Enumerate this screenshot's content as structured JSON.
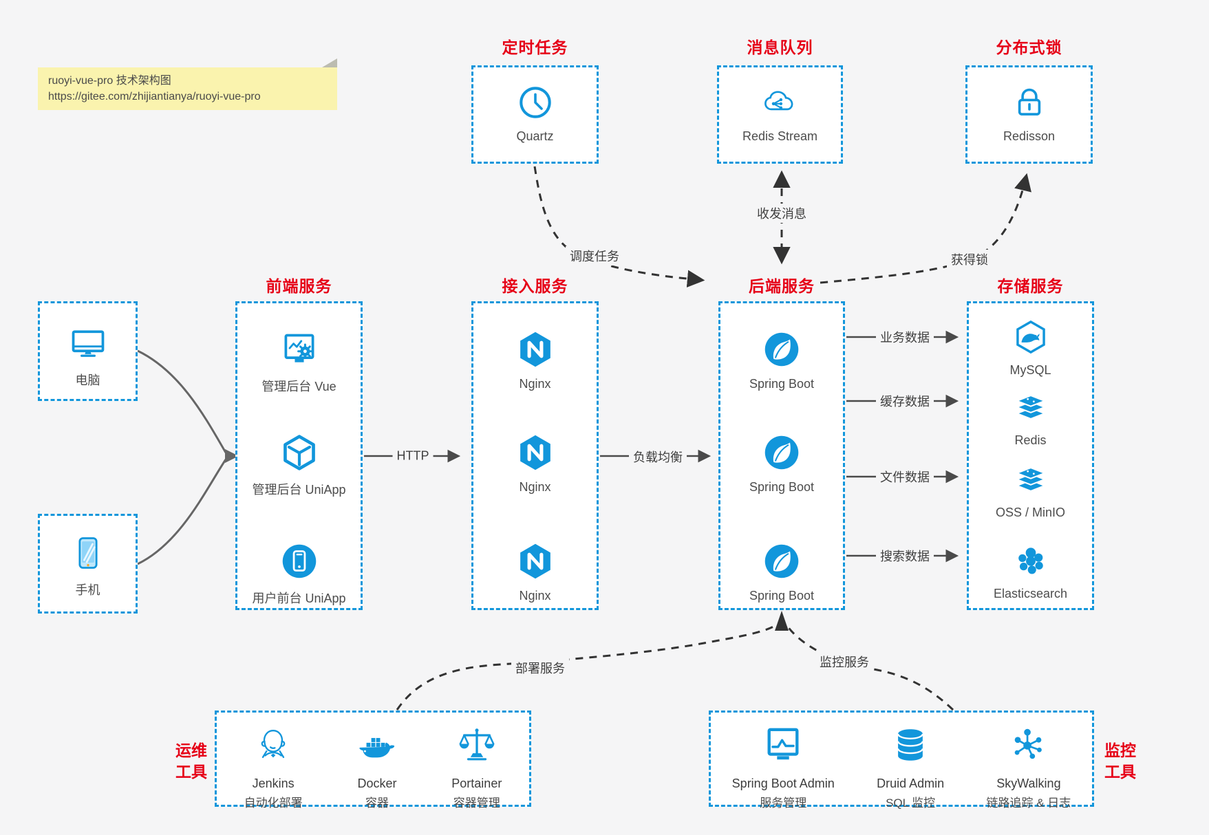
{
  "note": {
    "title": "ruoyi-vue-pro 技术架构图",
    "url": "https://gitee.com/zhijiantianya/ruoyi-vue-pro"
  },
  "colors": {
    "accent_blue": "#1296db",
    "title_red": "#e60017",
    "note_yellow": "#faf3ae",
    "arrow_dark": "#4a4a4a",
    "background": "#f5f5f6"
  },
  "top_groups": [
    {
      "title": "定时任务",
      "item": {
        "icon": "clock-icon",
        "label": "Quartz"
      }
    },
    {
      "title": "消息队列",
      "item": {
        "icon": "cloud-message-icon",
        "label": "Redis Stream"
      }
    },
    {
      "title": "分布式锁",
      "item": {
        "icon": "lock-icon",
        "label": "Redisson"
      }
    }
  ],
  "clients": [
    {
      "icon": "desktop-icon",
      "label": "电脑"
    },
    {
      "icon": "mobile-icon",
      "label": "手机"
    }
  ],
  "service_groups": [
    {
      "title": "前端服务",
      "items": [
        {
          "icon": "admin-vue-icon",
          "label": "管理后台 Vue"
        },
        {
          "icon": "uniapp-cube-icon",
          "label": "管理后台 UniApp"
        },
        {
          "icon": "user-uniapp-icon",
          "label": "用户前台 UniApp"
        }
      ]
    },
    {
      "title": "接入服务",
      "items": [
        {
          "icon": "nginx-icon",
          "label": "Nginx"
        },
        {
          "icon": "nginx-icon",
          "label": "Nginx"
        },
        {
          "icon": "nginx-icon",
          "label": "Nginx"
        }
      ]
    },
    {
      "title": "后端服务",
      "items": [
        {
          "icon": "spring-boot-icon",
          "label": "Spring Boot"
        },
        {
          "icon": "spring-boot-icon",
          "label": "Spring Boot"
        },
        {
          "icon": "spring-boot-icon",
          "label": "Spring Boot"
        }
      ]
    },
    {
      "title": "存储服务",
      "items": [
        {
          "icon": "mysql-icon",
          "label": "MySQL"
        },
        {
          "icon": "redis-icon",
          "label": "Redis"
        },
        {
          "icon": "oss-minio-icon",
          "label": "OSS / MinIO"
        },
        {
          "icon": "elasticsearch-icon",
          "label": "Elasticsearch"
        }
      ]
    }
  ],
  "bottom_groups": [
    {
      "side_label_line1": "运维",
      "side_label_line2": "工具",
      "items": [
        {
          "icon": "jenkins-icon",
          "name": "Jenkins",
          "desc": "自动化部署"
        },
        {
          "icon": "docker-icon",
          "name": "Docker",
          "desc": "容器"
        },
        {
          "icon": "portainer-icon",
          "name": "Portainer",
          "desc": "容器管理"
        }
      ]
    },
    {
      "side_label_line1": "监控",
      "side_label_line2": "工具",
      "items": [
        {
          "icon": "spring-boot-admin-icon",
          "name": "Spring Boot Admin",
          "desc": "服务管理"
        },
        {
          "icon": "druid-icon",
          "name": "Druid Admin",
          "desc": "SQL 监控"
        },
        {
          "icon": "skywalking-icon",
          "name": "SkyWalking",
          "desc": "链路追踪 & 日志"
        }
      ]
    }
  ],
  "edges": {
    "http": "HTTP",
    "load_balance": "负载均衡",
    "business_data": "业务数据",
    "cache_data": "缓存数据",
    "file_data": "文件数据",
    "search_data": "搜索数据",
    "schedule_task": "调度任务",
    "send_receive_message": "收发消息",
    "acquire_lock": "获得锁",
    "deploy_service": "部署服务",
    "monitor_service": "监控服务"
  }
}
